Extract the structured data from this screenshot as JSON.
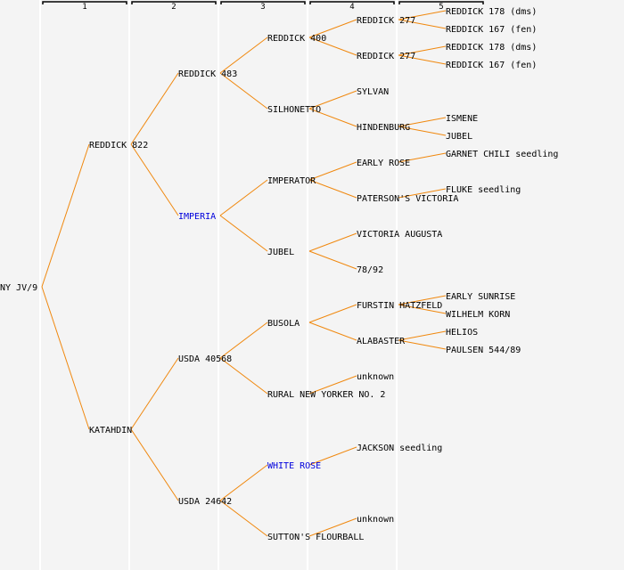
{
  "generations": [
    "1",
    "2",
    "3",
    "4",
    "5"
  ],
  "colors": {
    "edge": "#f0880e",
    "highlight": "#0000dd",
    "text": "#000000",
    "background": "#f4f4f4"
  },
  "pedigree": {
    "name": "NY JV/9",
    "parents": [
      {
        "name": "REDDICK 822",
        "parents": [
          {
            "name": "REDDICK 483",
            "parents": [
              {
                "name": "REDDICK 400",
                "parents": [
                  {
                    "name": "REDDICK 277",
                    "parents": [
                      {
                        "name": "REDDICK 178 (dms)"
                      },
                      {
                        "name": "REDDICK 167 (fen)"
                      }
                    ]
                  },
                  {
                    "name": "REDDICK 277",
                    "parents": [
                      {
                        "name": "REDDICK 178 (dms)"
                      },
                      {
                        "name": "REDDICK 167 (fen)"
                      }
                    ]
                  }
                ]
              },
              {
                "name": "SILHONETTO",
                "parents": [
                  {
                    "name": "SYLVAN"
                  },
                  {
                    "name": "HINDENBURG",
                    "parents": [
                      {
                        "name": "ISMENE"
                      },
                      {
                        "name": "JUBEL"
                      }
                    ]
                  }
                ]
              }
            ]
          },
          {
            "name": "IMPERIA",
            "highlight": true,
            "parents": [
              {
                "name": "IMPERATOR",
                "parents": [
                  {
                    "name": "EARLY ROSE",
                    "parents": [
                      {
                        "name": "GARNET CHILI seedling"
                      }
                    ]
                  },
                  {
                    "name": "PATERSON'S VICTORIA",
                    "parents": [
                      {
                        "name": "FLUKE seedling"
                      }
                    ]
                  }
                ]
              },
              {
                "name": "JUBEL",
                "parents": [
                  {
                    "name": "VICTORIA AUGUSTA"
                  },
                  {
                    "name": "78/92"
                  }
                ]
              }
            ]
          }
        ]
      },
      {
        "name": "KATAHDIN",
        "parents": [
          {
            "name": "USDA 40568",
            "parents": [
              {
                "name": "BUSOLA",
                "parents": [
                  {
                    "name": "FURSTIN HATZFELD",
                    "parents": [
                      {
                        "name": "EARLY SUNRISE"
                      },
                      {
                        "name": "WILHELM KORN"
                      }
                    ]
                  },
                  {
                    "name": "ALABASTER",
                    "parents": [
                      {
                        "name": "HELIOS"
                      },
                      {
                        "name": "PAULSEN 544/89"
                      }
                    ]
                  }
                ]
              },
              {
                "name": "RURAL NEW YORKER NO. 2",
                "parents": [
                  {
                    "name": "unknown"
                  }
                ]
              }
            ]
          },
          {
            "name": "USDA 24642",
            "parents": [
              {
                "name": "WHITE ROSE",
                "highlight": true,
                "parents": [
                  {
                    "name": "JACKSON seedling"
                  }
                ]
              },
              {
                "name": "SUTTON'S FLOURBALL",
                "parents": [
                  {
                    "name": "unknown"
                  }
                ]
              }
            ]
          }
        ]
      }
    ]
  }
}
